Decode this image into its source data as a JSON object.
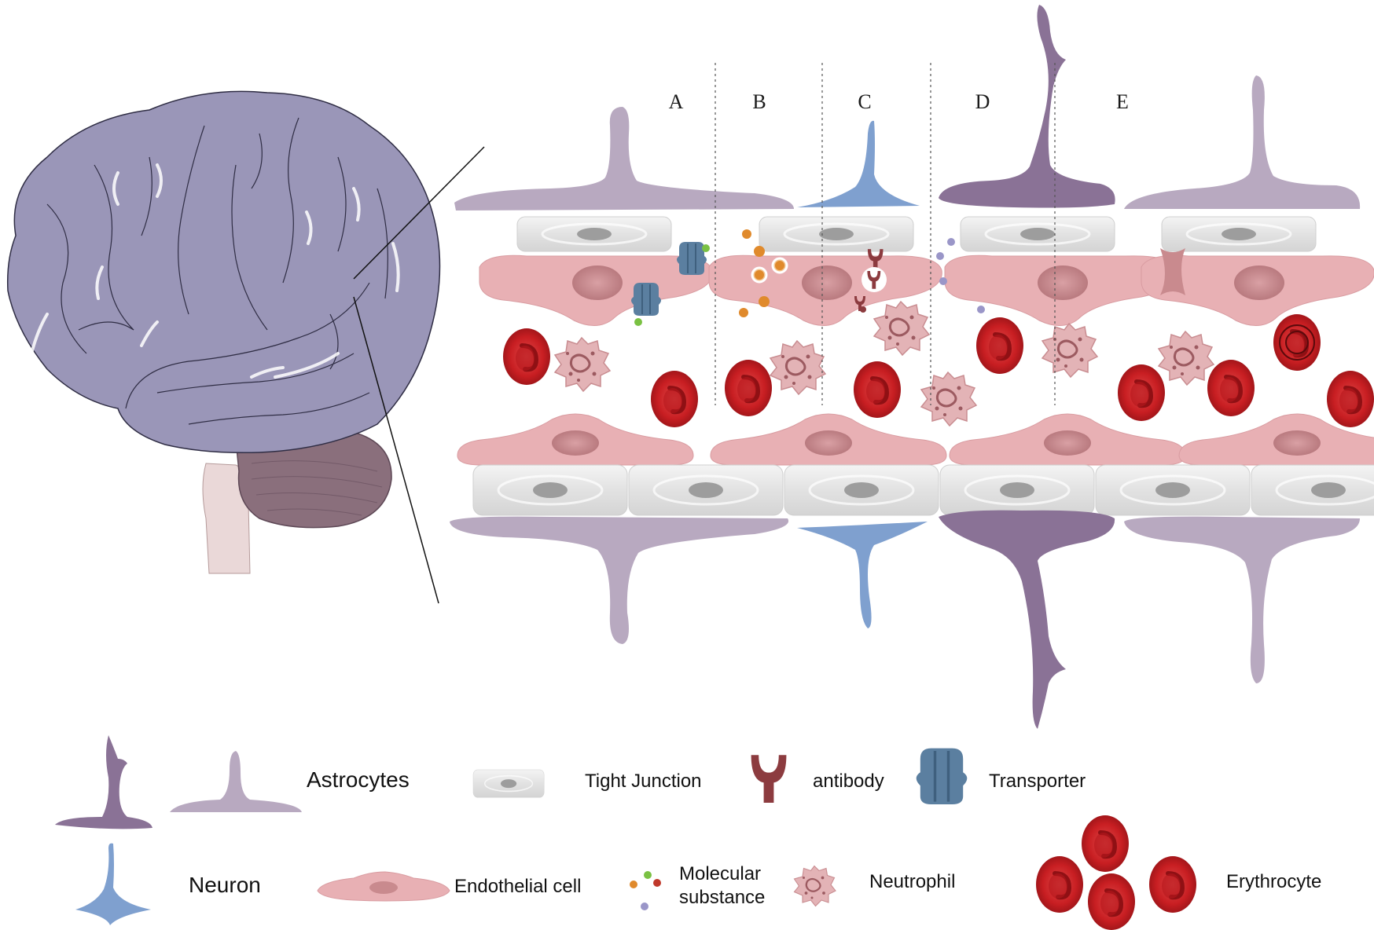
{
  "panels": [
    "A",
    "B",
    "C",
    "D",
    "E"
  ],
  "legend": {
    "astrocytes": "Astrocytes",
    "tight_junction": "Tight Junction",
    "antibody": "antibody",
    "transporter": "Transporter",
    "neuron": "Neuron",
    "endothelial_cell": "Endothelial cell",
    "molecular_substance_line1": "Molecular",
    "molecular_substance_line2": "substance",
    "neutrophil": "Neutrophil",
    "erythrocyte": "Erythrocyte"
  },
  "colors": {
    "brain": "#9a96b8",
    "cerebellum": "#8a6f7c",
    "brainstem": "#ead8d8",
    "astrocyte_light": "#b8a9c0",
    "astrocyte_dark": "#8a7296",
    "neuron": "#7fa0cf",
    "endothelial": "#e8b0b4",
    "endothelial_nucleus": "#c98a8e",
    "tight_junction": "#e4e4e4",
    "tj_nucleus": "#9a9a9a",
    "erythrocyte": "#c81e22",
    "neutrophil": "#e3b3b6",
    "transporter": "#5b7fa0",
    "antibody": "#8c3b3f"
  }
}
